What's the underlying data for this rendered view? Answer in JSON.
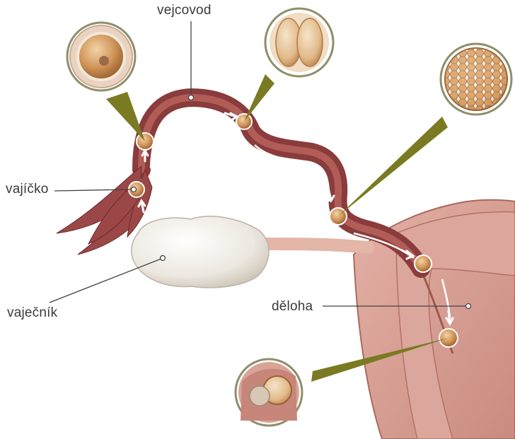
{
  "labels": {
    "oviduct": "vejcovod",
    "egg": "vajíčko",
    "ovary": "vaječník",
    "uterus": "děloha"
  },
  "colors": {
    "tube": "#8a3b3b",
    "tube_dark": "#5e2323",
    "uterus": "#d49a90",
    "ovary": "#eeeae4",
    "callout": "#7a7a22",
    "cell": "#c98a4a",
    "leader": "#444444"
  }
}
